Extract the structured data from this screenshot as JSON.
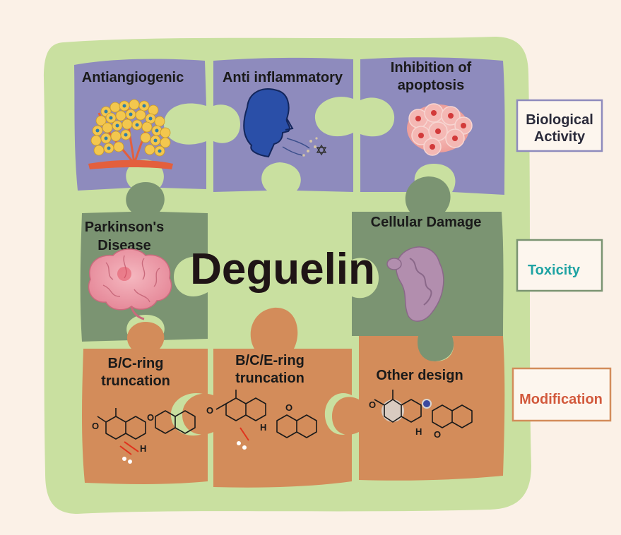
{
  "center_title": "Deguelin",
  "pieces": {
    "antiangiogenic": "Antiangiogenic",
    "anti_inflammatory": "Anti inflammatory",
    "inhibition_line1": "Inhibition of",
    "inhibition_line2": "apoptosis",
    "parkinsons_line1": "Parkinson's",
    "parkinsons_line2": "Disease",
    "cellular_damage": "Cellular Damage",
    "bc_line1": "B/C-ring",
    "bc_line2": "truncation",
    "bce_line1": "B/C/E-ring",
    "bce_line2": "truncation",
    "other_design": "Other design"
  },
  "side_labels": {
    "biological_line1": "Biological",
    "biological_line2": "Activity",
    "toxicity": "Toxicity",
    "modification": "Modification"
  },
  "chem_labels": {
    "ome": "O",
    "h": "H",
    "o": "O"
  },
  "colors": {
    "background": "#fbf1e7",
    "frame": "#c9e0a0",
    "biological": "#8e8bbd",
    "toxicity": "#7b9472",
    "modification": "#d38c5a",
    "toxicity_text": "#1fa3a3",
    "modification_text": "#d2593c"
  }
}
